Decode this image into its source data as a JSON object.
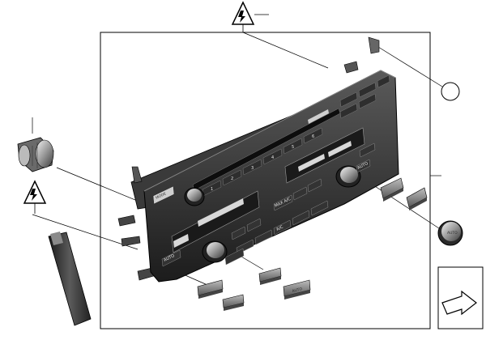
{
  "diagram": {
    "panel_keys": {
      "mode": "MODE",
      "auto_left": "AUTO",
      "auto_right": "AUTO",
      "auto_knob": "AUTO",
      "ac": "A/C",
      "max_ac": "MAX A/C",
      "preset_numbers": [
        "1",
        "2",
        "3",
        "4",
        "5",
        "6"
      ]
    },
    "loose_buttons": {
      "auto_small": "AUTO"
    }
  }
}
